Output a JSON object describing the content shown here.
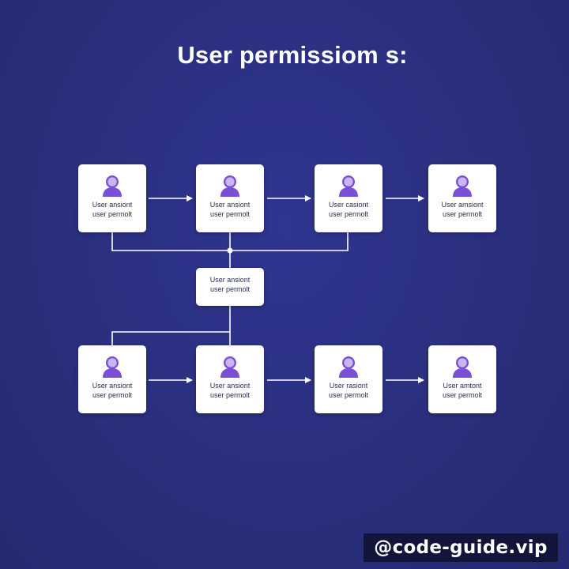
{
  "title": "User permissiom s:",
  "watermark": "@code-guide.vip",
  "colors": {
    "background": "#2a2f7d",
    "node_fill": "#ffffff",
    "avatar_dark": "#7a4fd6",
    "avatar_light": "#c9b5f2",
    "connector": "#ffffff"
  },
  "top_row": [
    {
      "line1": "User ansiont",
      "line2": "user permolt"
    },
    {
      "line1": "User ansiont",
      "line2": "user permolt"
    },
    {
      "line1": "User casiont",
      "line2": "user permolt"
    },
    {
      "line1": "User amsiont",
      "line2": "user permolt"
    }
  ],
  "middle_node": {
    "line1": "User ansiont",
    "line2": "user permolt"
  },
  "bottom_row": [
    {
      "line1": "User ansiont",
      "line2": "user permolt"
    },
    {
      "line1": "User ansiont",
      "line2": "user permolt"
    },
    {
      "line1": "User rasiont",
      "line2": "user permolt"
    },
    {
      "line1": "User amtont",
      "line2": "user permolt"
    }
  ]
}
